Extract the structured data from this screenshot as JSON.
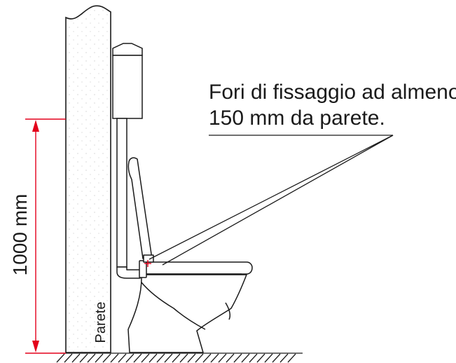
{
  "labels": {
    "callout_line1": "Fori di fissaggio ad almeno",
    "callout_line2": "150 mm da parete.",
    "dimension": "1000 mm",
    "wall": "Parete"
  },
  "colors": {
    "line": "#1a1a1a",
    "dimension": "#e3001b",
    "background": "#ffffff"
  }
}
